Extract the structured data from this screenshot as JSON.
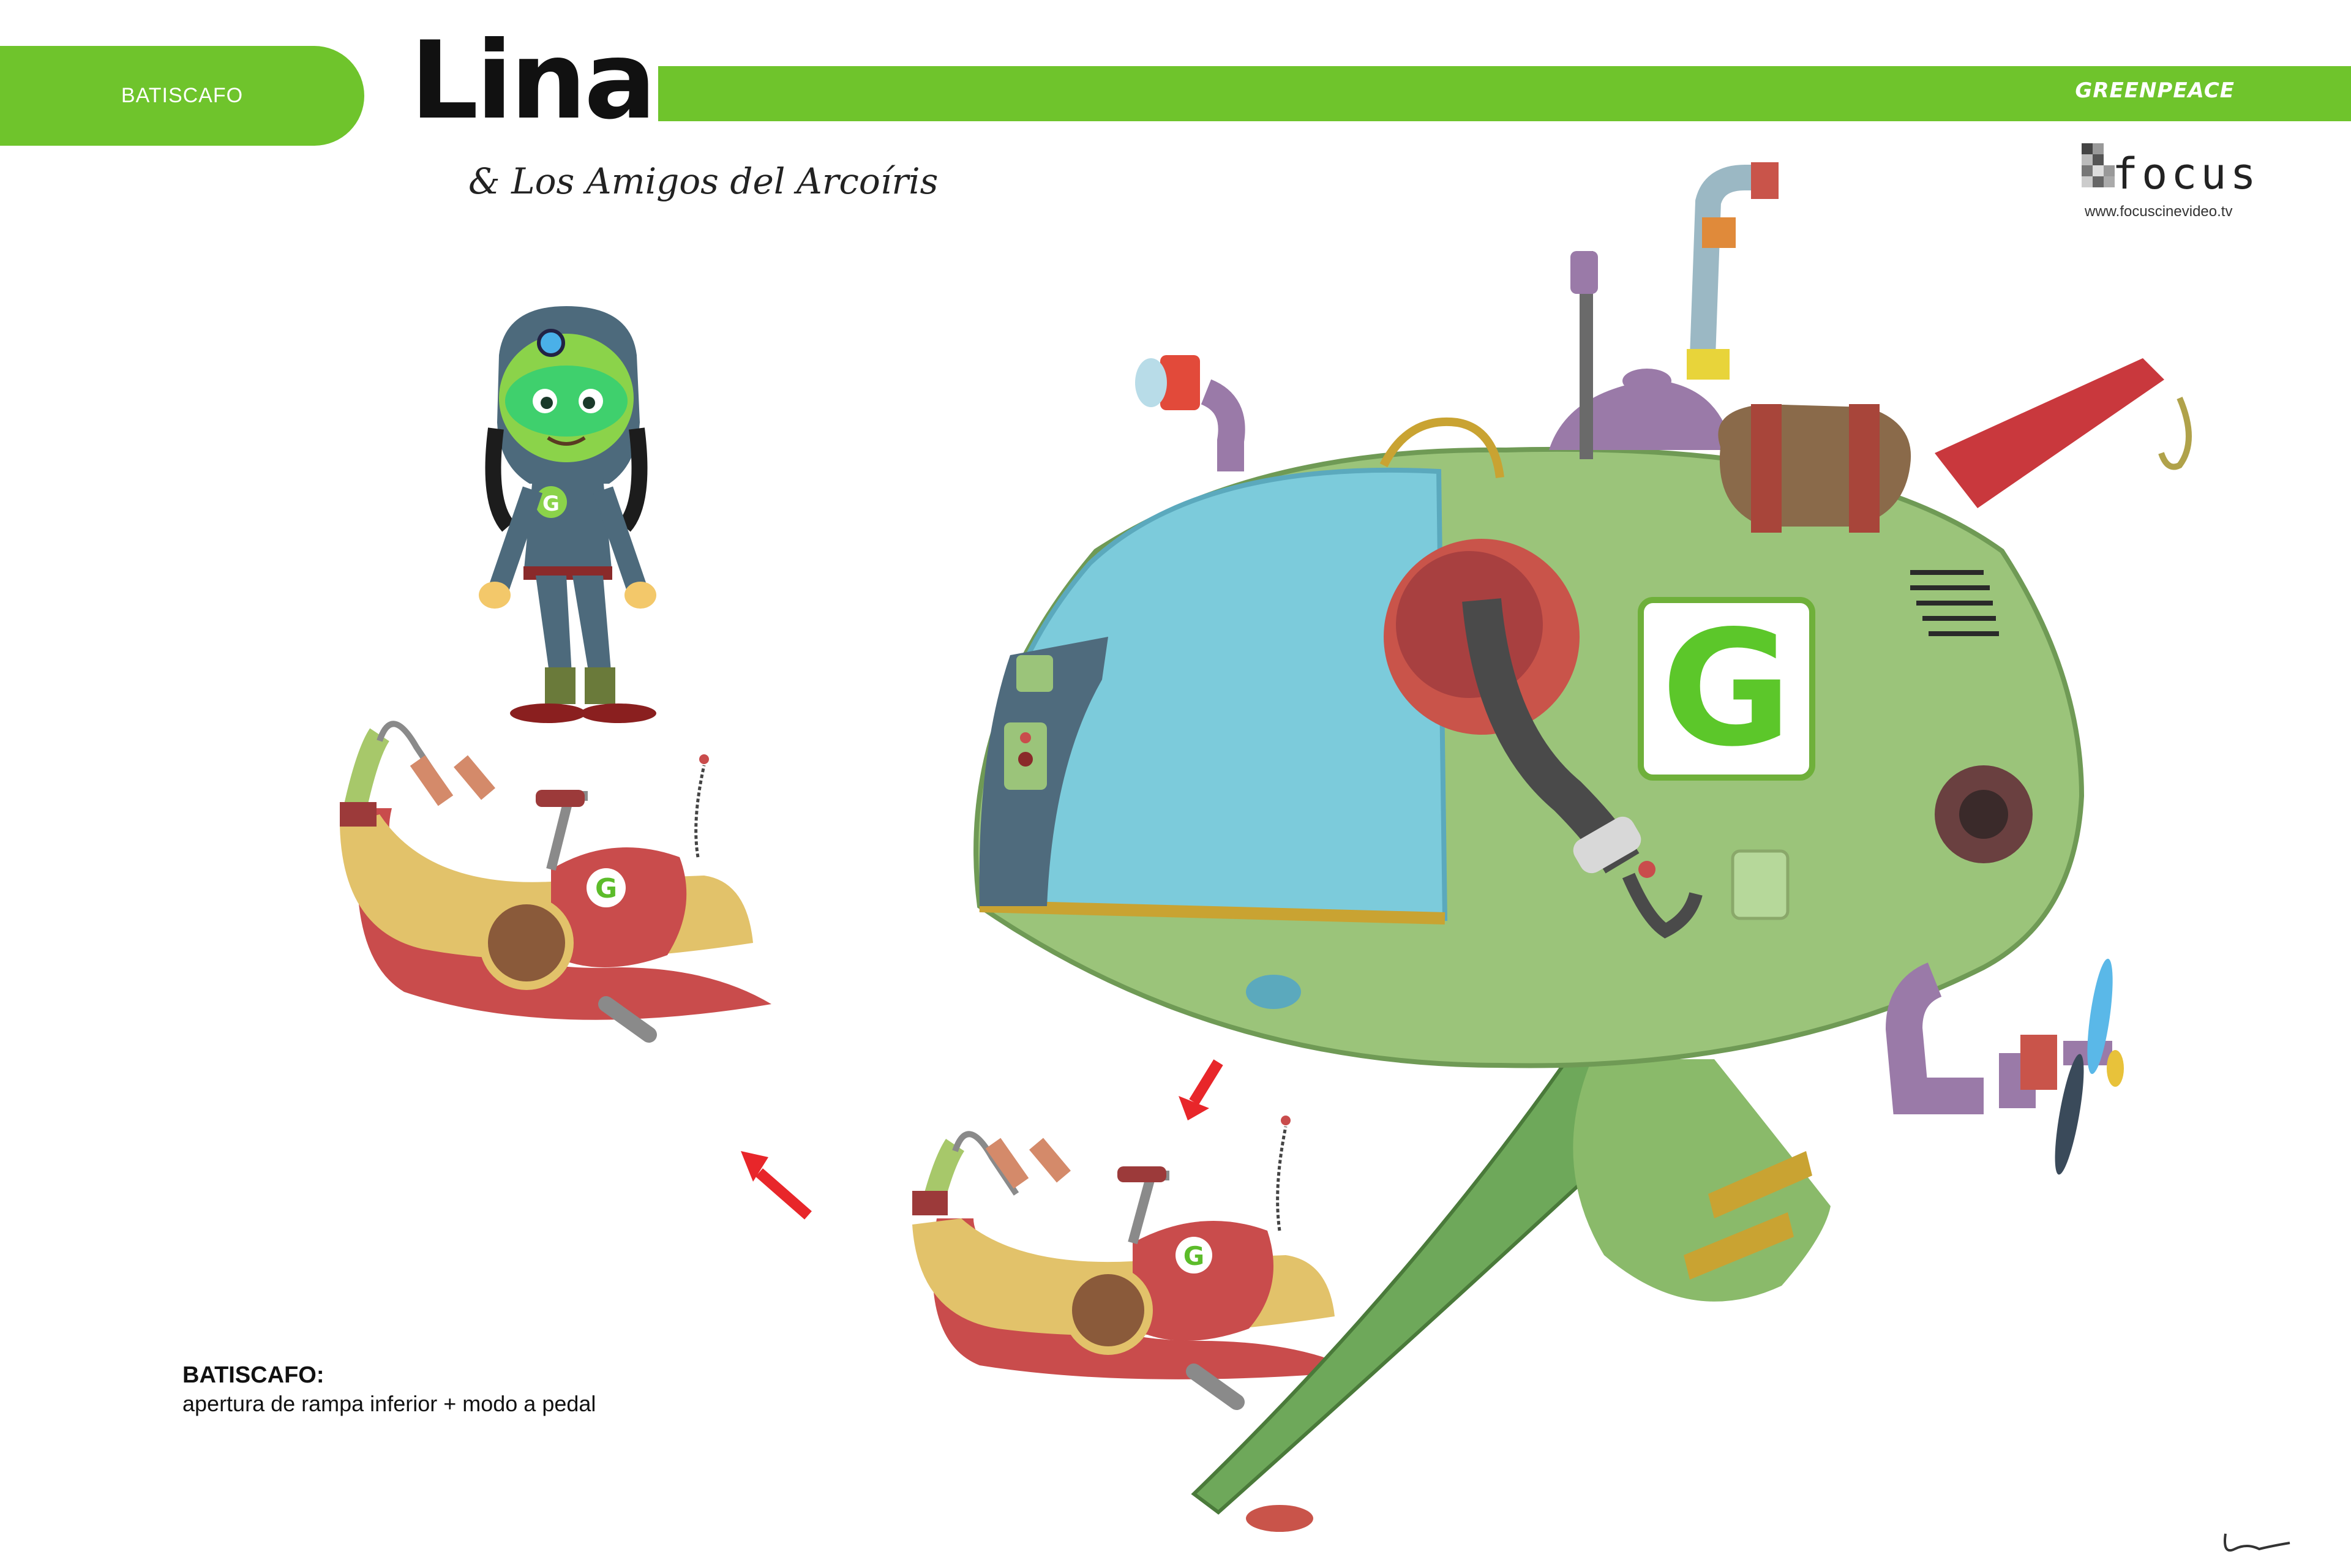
{
  "header": {
    "tab_label": "BATISCAFO",
    "title": "Lina",
    "subtitle": "& Los Amigos del Arcoíris",
    "brand": "GREENPEACE"
  },
  "studio": {
    "logo_text": "focus",
    "url": "www.focuscinevideo.tv"
  },
  "caption": {
    "heading": "BATISCAFO:",
    "body": "apertura de rampa inferior + modo a pedal"
  },
  "emblem_letter": "G",
  "colors": {
    "brand_green": "#6fc42c",
    "hull_green": "#9bc47a",
    "dome_blue": "#7ccbdb",
    "arrow_red": "#e8262a",
    "crane_red": "#c9383d"
  }
}
